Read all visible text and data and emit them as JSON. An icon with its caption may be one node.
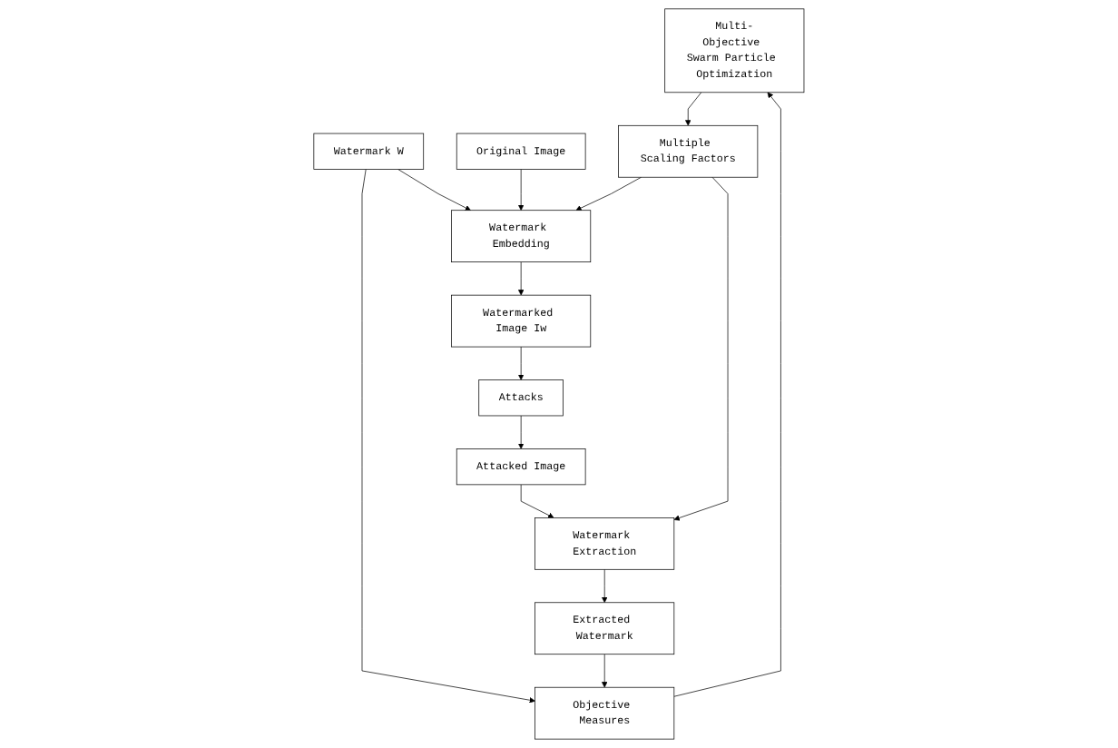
{
  "diagram": {
    "nodes": [
      {
        "text": [
          "Multi-Objective Swarm Particle Optimization"
        ]
      },
      {
        "text": [
          "Watermarked Image Iw"
        ]
      },
      {
        "text": [
          "Watermark Embedding"
        ]
      },
      {
        "text": [
          "Watermark W"
        ]
      },
      {
        "text": [
          "Multiple Scaling Factors"
        ]
      },
      {
        "text": [
          "Attacks"
        ]
      },
      {
        "text": [
          "Original Image"
        ]
      },
      {
        "text": [
          "Objective Measures"
        ]
      },
      {
        "text": [
          "Attacked Image"
        ]
      },
      {
        "text": [
          "Watermark Extraction"
        ]
      },
      {
        "text": [
          "Extracted Watermark"
        ]
      }
    ],
    "edges": [
      {
        "from": 0,
        "to": 4,
        "arrow": "to"
      },
      {
        "from": 7,
        "to": 0,
        "arrow": "to"
      },
      {
        "from": 2,
        "to": 1,
        "arrow": "to"
      },
      {
        "from": 3,
        "to": 2,
        "arrow": "to"
      },
      {
        "from": 6,
        "to": 2,
        "arrow": "to"
      },
      {
        "from": 1,
        "to": 5,
        "arrow": "to"
      },
      {
        "from": 5,
        "to": 8,
        "arrow": "to"
      },
      {
        "from": 8,
        "to": 9,
        "arrow": "to"
      },
      {
        "from": 9,
        "to": 10,
        "arrow": "to"
      },
      {
        "from": 3,
        "to": 7,
        "arrow": "to"
      },
      {
        "from": 10,
        "to": 7,
        "arrow": "to"
      },
      {
        "from": 4,
        "to": 2,
        "arrow": "to"
      },
      {
        "from": 4,
        "to": 9,
        "arrow": "to"
      }
    ]
  }
}
